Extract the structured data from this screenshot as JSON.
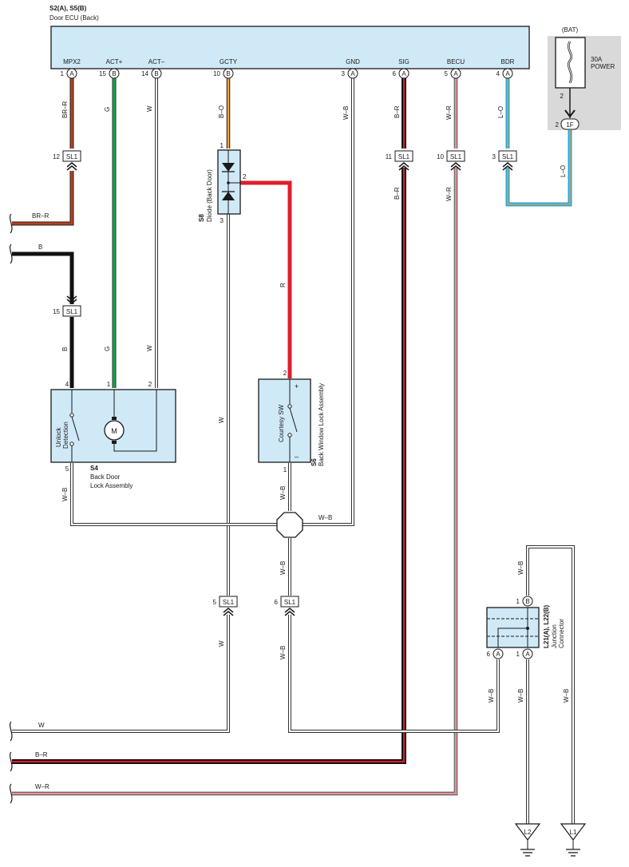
{
  "ecu": {
    "code": "S2(A), S5(B)",
    "name": "Door ECU (Back)",
    "terminals": [
      {
        "label": "MPX2",
        "pin": "1",
        "conn": "A"
      },
      {
        "label": "ACT+",
        "pin": "15",
        "conn": "B"
      },
      {
        "label": "ACT–",
        "pin": "14",
        "conn": "B"
      },
      {
        "label": "GCTY",
        "pin": "10",
        "conn": "B"
      },
      {
        "label": "GND",
        "pin": "3",
        "conn": "A"
      },
      {
        "label": "SIG",
        "pin": "6",
        "conn": "A"
      },
      {
        "label": "BECU",
        "pin": "5",
        "conn": "A"
      },
      {
        "label": "BDR",
        "pin": "4",
        "conn": "A"
      }
    ]
  },
  "power": {
    "source": "(BAT)",
    "fuse": "30A",
    "name": "POWER",
    "pin": "2",
    "conn_pin": "2",
    "conn": "1F"
  },
  "wires": {
    "mpx2": "BR–R",
    "act_plus": "G",
    "act_minus": "W",
    "gcty": "B–O",
    "gnd": "W–B",
    "sig": "B–R",
    "becu": "W–R",
    "bdr": "L–O",
    "bdr_feed": "L–O",
    "diode_out": "R",
    "diode_down": "W",
    "b_in": "B",
    "b_down": "B",
    "g_down": "G",
    "w_down": "W",
    "s4_gnd": "W–B",
    "s6_gnd": "W–B",
    "bus": "W–B",
    "sl1_6_below": "W–B",
    "sl1_5_below": "W",
    "jc_top": "W–B",
    "jc_a6": "W–B",
    "jc_a1": "W–B",
    "jc_l1": "W–B",
    "sig_below": "B–R",
    "becu_below": "W–R"
  },
  "connectors": {
    "sl1": "SL1",
    "pins": {
      "mpx2": "12",
      "b": "15",
      "sig": "11",
      "becu": "10",
      "bdr": "3",
      "w": "5",
      "wb": "6"
    }
  },
  "diode": {
    "code": "S8",
    "name": "Diode (Back Door)",
    "pin_top": "1",
    "pin_right": "2",
    "pin_bottom": "3"
  },
  "s4": {
    "code": "S4",
    "name_line1": "Back Door",
    "name_line2": "Lock Assembly",
    "sw_label1": "Unlock",
    "sw_label2": "Detection",
    "motor": "M",
    "pin_tl": "4",
    "pin_tm": "1",
    "pin_tr": "2",
    "pin_bl": "5"
  },
  "s6": {
    "code": "S6",
    "name": "Back Window Lock Assembly",
    "sw_label": "Courtesy SW",
    "plus": "+",
    "minus": "–",
    "pin_top": "2",
    "pin_bottom": "1"
  },
  "jc": {
    "code": "L21(A), L22(B)",
    "name1": "Junction",
    "name2": "Connector",
    "pin_top": "1",
    "conn_top": "B",
    "pin_a6": "6",
    "pin_a1": "1",
    "conn_a": "A"
  },
  "grounds": {
    "l2": "L2",
    "l1": "L1"
  },
  "left_ends": {
    "brr": "BR–R",
    "b": "B",
    "w": "W",
    "br": "B–R",
    "wr": "W–R"
  },
  "colors": {
    "br_r": "#b5411d",
    "green": "#16a34a",
    "black": "#111111",
    "red": "#e11d2b",
    "orange": "#f2a23a",
    "blue": "#2aa8dc",
    "box_fill": "#cfe9f7",
    "power_bg": "#d9d9d9"
  },
  "icons": [
    "fuse-icon",
    "diode-icon",
    "switch-icon",
    "motor-icon",
    "ground-icon",
    "splice-icon",
    "connector-icon"
  ]
}
